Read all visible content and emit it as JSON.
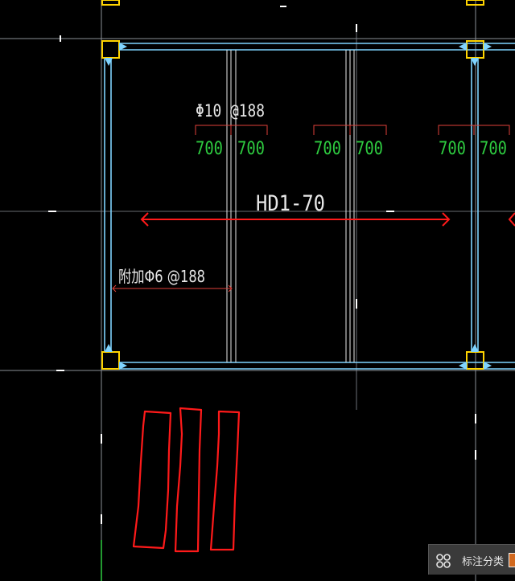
{
  "drawing": {
    "rebar_label": "Φ10 @188",
    "additional_rebar_label": "附加Φ6 @188",
    "opening_label": "HD1-70",
    "spacing_values": [
      "700",
      "700",
      "700",
      "700",
      "700",
      "700"
    ]
  },
  "panel": {
    "label": "标注分类",
    "icon": "grid-four-circles-icon",
    "swatch_color": "#d2691e"
  },
  "colors": {
    "background": "#000000",
    "wall": "#7fd4ff",
    "axis": "#9aa0a6",
    "column": "#ffd400",
    "dimension_green": "#2ecc40",
    "dimension_bracket": "#e0413a",
    "markup_red": "#ff1a1a",
    "text_white": "#e8e8e8"
  }
}
